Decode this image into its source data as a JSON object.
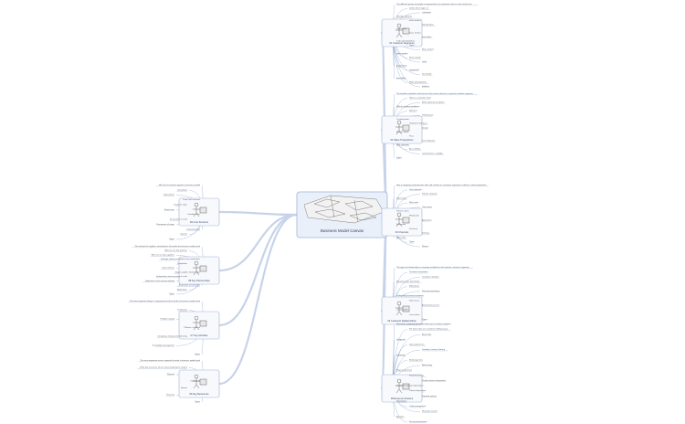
{
  "center": {
    "title": "Business Model Canvas"
  },
  "colors": {
    "main_branch": "#c7d3ea",
    "sub_line": "#8ea6cc",
    "node_border": "#9fb3d6",
    "node_fill": "#f7f9fd"
  },
  "topics": {
    "customer_segments": {
      "title": "01 Customer Segments",
      "icon": "person-with-puzzle-icon",
      "texts": [
        "The different groups of people or organizations an enterprise aims to reach and serve",
        "Define which types of",
        "customers",
        "Identify segments",
        "niche market",
        "Identify types",
        "segmented",
        "mass market",
        "diversified",
        "multi-sided platforms",
        "Types",
        "Mass market",
        "mass market",
        "Niche market",
        "niche",
        "Segmented",
        "segmented",
        "Diversified",
        "diversified",
        "Multi-sided platform",
        "platform"
      ]
    },
    "value_propositions": {
      "title": "02 Value Propositions",
      "icon": "gift-box-icon",
      "texts": [
        "The bundle of products and services that create value for a specific customer segment",
        "Solves a customer need",
        "What value do we deliver",
        "Which customer problems",
        "Newness",
        "Performance",
        "Customization",
        "Getting the job done",
        "Design",
        "Brand / status",
        "Price",
        "Cost reduction",
        "Risk reduction",
        "Accessibility",
        "Convenience / usability",
        "Types"
      ]
    },
    "channels": {
      "title": "03 Channels",
      "icon": "delivery-truck-icon",
      "texts": [
        "How a company communicates with and reaches its customer segments to deliver a value proposition",
        "Own channels",
        "Partner channels",
        "Sales force",
        "Web sales",
        "Own stores",
        "Partner stores",
        "Wholesaler",
        "Awareness",
        "Evaluation",
        "Purchase",
        "Delivery",
        "After sales",
        "Types",
        "Phases"
      ]
    },
    "customer_relationships": {
      "title": "04 Customer Relationships",
      "icon": "heart-icon",
      "texts": [
        "The types of relationships a company establishes with specific customer segments",
        "Customer acquisition",
        "Customer retention",
        "Boosting sales (upselling)",
        "Motivations",
        "Personal assistance",
        "Dedicated personal assistance",
        "Self-service",
        "Automated services",
        "Communities",
        "Co-creation",
        "Types"
      ]
    },
    "revenue_streams": {
      "title": "05 Revenue Streams",
      "icon": "cash-register-icon",
      "texts": [
        "The cash a company generates from each customer segment",
        "For what value are customers willing to pay",
        "Asset sale",
        "Usage fee",
        "Subscription fees",
        "Lending / renting / leasing",
        "Licensing",
        "Brokerage fees",
        "Advertising",
        "Ways to generate",
        "Fixed list pricing",
        "Product feature dependent",
        "Customer segment dependent",
        "Volume dependent",
        "Dynamic pricing",
        "Negotiation",
        "Yield management",
        "Real-time market",
        "Auctions",
        "Pricing mechanisms"
      ]
    },
    "key_resources": {
      "title": "06 Key Resources",
      "icon": "toolbox-icon",
      "texts": [
        "The most important assets required to make a business model work",
        "What key resources do our value propositions require",
        "Physical",
        "Intellectual",
        "Human",
        "Financial",
        "Types"
      ]
    },
    "key_activities": {
      "title": "07 Key Activities",
      "icon": "worker-icon",
      "texts": [
        "The most important things a company must do to make its business model work",
        "Production",
        "Problem solving",
        "Platform / network",
        "Designing, making and delivering",
        "Knowledge management",
        "Types"
      ]
    },
    "key_partnerships": {
      "title": "08 Key Partnerships",
      "icon": "handshake-icon",
      "texts": [
        "The network of suppliers and partners that make the business model work",
        "Who are our key partners",
        "Who are our key suppliers",
        "Strategic alliances between non-competitors",
        "Coopetition",
        "Joint ventures",
        "Buyer-supplier relationships",
        "Optimization and economy of scale",
        "Reduction of risk and uncertainty",
        "Acquisition of resources",
        "Motivations",
        "Types"
      ]
    },
    "cost_structure": {
      "title": "09 Cost Structure",
      "icon": "calculator-icon",
      "texts": [
        "All costs incurred to operate a business model",
        "Cost-driven",
        "Value-driven",
        "Lean cost structure",
        "Premium value",
        "Fixed costs",
        "Variable costs",
        "Economies of scale",
        "Economies of scope",
        "Characteristics",
        "Classes",
        "Types"
      ]
    }
  }
}
